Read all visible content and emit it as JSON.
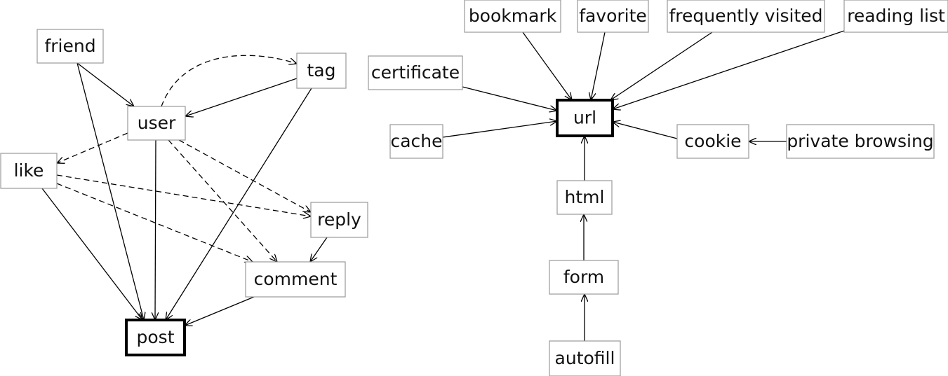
{
  "diagrams": [
    {
      "id": "social",
      "nodes": [
        {
          "id": "friend",
          "label": "friend"
        },
        {
          "id": "tag",
          "label": "tag"
        },
        {
          "id": "user",
          "label": "user"
        },
        {
          "id": "like",
          "label": "like"
        },
        {
          "id": "reply",
          "label": "reply"
        },
        {
          "id": "comment",
          "label": "comment"
        },
        {
          "id": "post",
          "label": "post",
          "root": true
        }
      ],
      "edges": [
        {
          "from": "friend",
          "to": "user",
          "style": "solid"
        },
        {
          "from": "friend",
          "to": "post",
          "style": "solid"
        },
        {
          "from": "tag",
          "to": "user",
          "style": "solid"
        },
        {
          "from": "tag",
          "to": "post",
          "style": "solid"
        },
        {
          "from": "user",
          "to": "tag",
          "style": "dashed",
          "curved": true
        },
        {
          "from": "user",
          "to": "like",
          "style": "dashed"
        },
        {
          "from": "user",
          "to": "post",
          "style": "solid"
        },
        {
          "from": "user",
          "to": "reply",
          "style": "dashed"
        },
        {
          "from": "user",
          "to": "comment",
          "style": "dashed"
        },
        {
          "from": "like",
          "to": "reply",
          "style": "dashed"
        },
        {
          "from": "like",
          "to": "comment",
          "style": "dashed"
        },
        {
          "from": "like",
          "to": "post",
          "style": "solid"
        },
        {
          "from": "reply",
          "to": "comment",
          "style": "solid"
        },
        {
          "from": "comment",
          "to": "post",
          "style": "solid"
        }
      ]
    },
    {
      "id": "browser",
      "nodes": [
        {
          "id": "bookmark",
          "label": "bookmark"
        },
        {
          "id": "favorite",
          "label": "favorite"
        },
        {
          "id": "frequently_visited",
          "label": "frequently  visited"
        },
        {
          "id": "reading_list",
          "label": "reading list"
        },
        {
          "id": "certificate",
          "label": "certificate"
        },
        {
          "id": "url",
          "label": "url",
          "root": true
        },
        {
          "id": "cache",
          "label": "cache"
        },
        {
          "id": "cookie",
          "label": "cookie"
        },
        {
          "id": "private_browsing",
          "label": "private browsing"
        },
        {
          "id": "html",
          "label": "html"
        },
        {
          "id": "form",
          "label": "form"
        },
        {
          "id": "autofill",
          "label": "autofill"
        }
      ],
      "edges": [
        {
          "from": "bookmark",
          "to": "url",
          "style": "solid"
        },
        {
          "from": "favorite",
          "to": "url",
          "style": "solid"
        },
        {
          "from": "frequently_visited",
          "to": "url",
          "style": "solid"
        },
        {
          "from": "reading_list",
          "to": "url",
          "style": "solid"
        },
        {
          "from": "certificate",
          "to": "url",
          "style": "solid"
        },
        {
          "from": "cache",
          "to": "url",
          "style": "solid"
        },
        {
          "from": "cookie",
          "to": "url",
          "style": "solid"
        },
        {
          "from": "private_browsing",
          "to": "cookie",
          "style": "solid"
        },
        {
          "from": "html",
          "to": "url",
          "style": "solid"
        },
        {
          "from": "form",
          "to": "html",
          "style": "solid"
        },
        {
          "from": "autofill",
          "to": "form",
          "style": "solid"
        }
      ]
    }
  ]
}
